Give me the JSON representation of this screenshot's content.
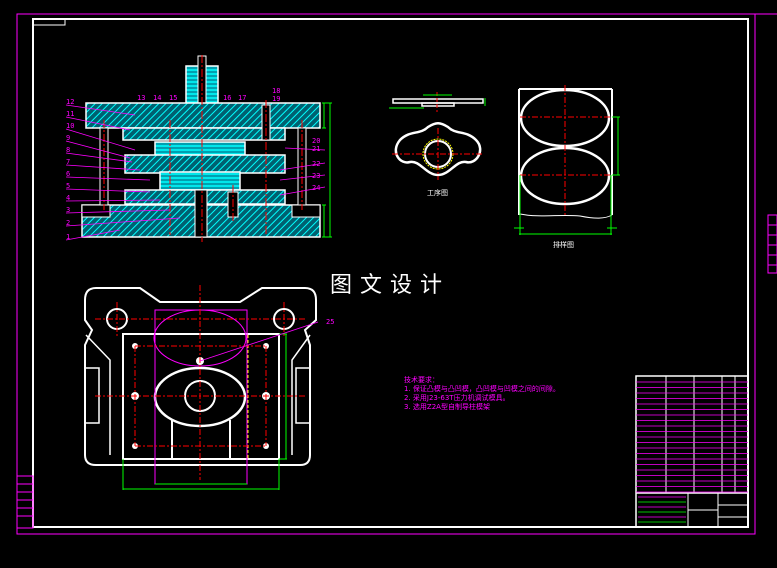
{
  "drawing": {
    "watermark": "图文设计",
    "colors": {
      "background": "#000000",
      "outline": "#ffffff",
      "centerline": "#ff0000",
      "dimension": "#00ff00",
      "leader": "#ff00ff",
      "hatch": "#00ffff",
      "highlight": "#ffff00"
    },
    "section_view": {
      "left_labels": [
        "12",
        "11",
        "10",
        "9",
        "8",
        "7",
        "6",
        "5",
        "4",
        "3",
        "2",
        "1"
      ],
      "top_labels": [
        "13",
        "14",
        "15",
        "16",
        "17",
        "18",
        "19"
      ],
      "right_labels": [
        "20",
        "21",
        "22",
        "23",
        "24"
      ]
    },
    "process_view": {
      "caption": "工序图"
    },
    "layout_view": {
      "caption": "排样图"
    },
    "plan_view": {
      "callout": "25"
    },
    "technical_requirements": {
      "title": "技术要求：",
      "items": [
        "1. 保证凸模与凸凹模，凸凹模与凹模之间的间隙。",
        "2. 采用J23-63T压力机调试模具。",
        "3. 选用Z2A型自制导柱模架"
      ]
    }
  }
}
